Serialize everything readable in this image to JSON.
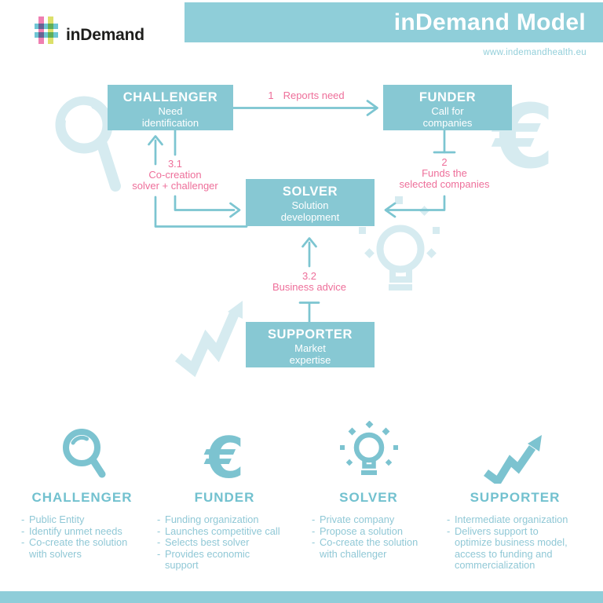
{
  "header": {
    "logo_text": "inDemand",
    "title": "inDemand Model",
    "website": "www.indemandhealth.eu"
  },
  "diagram": {
    "challenger": {
      "title": "CHALLENGER",
      "subtitle": "Need\nidentification"
    },
    "funder": {
      "title": "FUNDER",
      "subtitle": "Call for\ncompanies"
    },
    "solver": {
      "title": "SOLVER",
      "subtitle": "Solution\ndevelopment"
    },
    "supporter": {
      "title": "SUPPORTER",
      "subtitle": "Market\nexpertise"
    },
    "steps": {
      "step1": {
        "number": "1",
        "label": "Reports need"
      },
      "step2": {
        "number": "2",
        "label": "Funds the\nselected companies"
      },
      "step3_1": {
        "number": "3.1",
        "label": "Co-creation\nsolver + challenger"
      },
      "step3_2": {
        "number": "3.2",
        "label": "Business advice"
      }
    },
    "watermarks": [
      "magnifier-watermark",
      "euro-watermark",
      "lightbulb-watermark",
      "trend-arrow-watermark"
    ]
  },
  "legend": {
    "bullet": "-",
    "euro_glyph": "€",
    "roles": [
      {
        "icon": "magnifier-icon",
        "name": "CHALLENGER",
        "items": [
          "Public Entity",
          "Identify unmet needs",
          "Co-create the solution\nwith solvers"
        ]
      },
      {
        "icon": "euro-icon",
        "name": "FUNDER",
        "items": [
          "Funding organization",
          "Launches competitive call",
          "Selects best solver",
          "Provides economic\nsupport"
        ]
      },
      {
        "icon": "lightbulb-icon",
        "name": "SOLVER",
        "items": [
          "Private company",
          "Propose a solution",
          "Co-create the solution\nwith challenger"
        ]
      },
      {
        "icon": "trend-arrow-icon",
        "name": "SUPPORTER",
        "items": [
          "Intermediate organization",
          "Delivers support to\noptimize business model,\naccess to funding and\ncommercialization"
        ]
      }
    ]
  },
  "colors": {
    "banner_teal": "#8fced9",
    "box_teal": "#87c8d3",
    "line_teal": "#7cc5d1",
    "watermark_teal": "#d6ebf0",
    "legend_icon_teal": "#7cc3d0",
    "legend_text_teal": "#90c8d6",
    "pink": "#ee6f9a",
    "logo_pink": "#ef7fb1",
    "logo_yellow": "#dce06a",
    "logo_teal": "#6ec6d4",
    "logo_black": "#1e1e1c"
  }
}
